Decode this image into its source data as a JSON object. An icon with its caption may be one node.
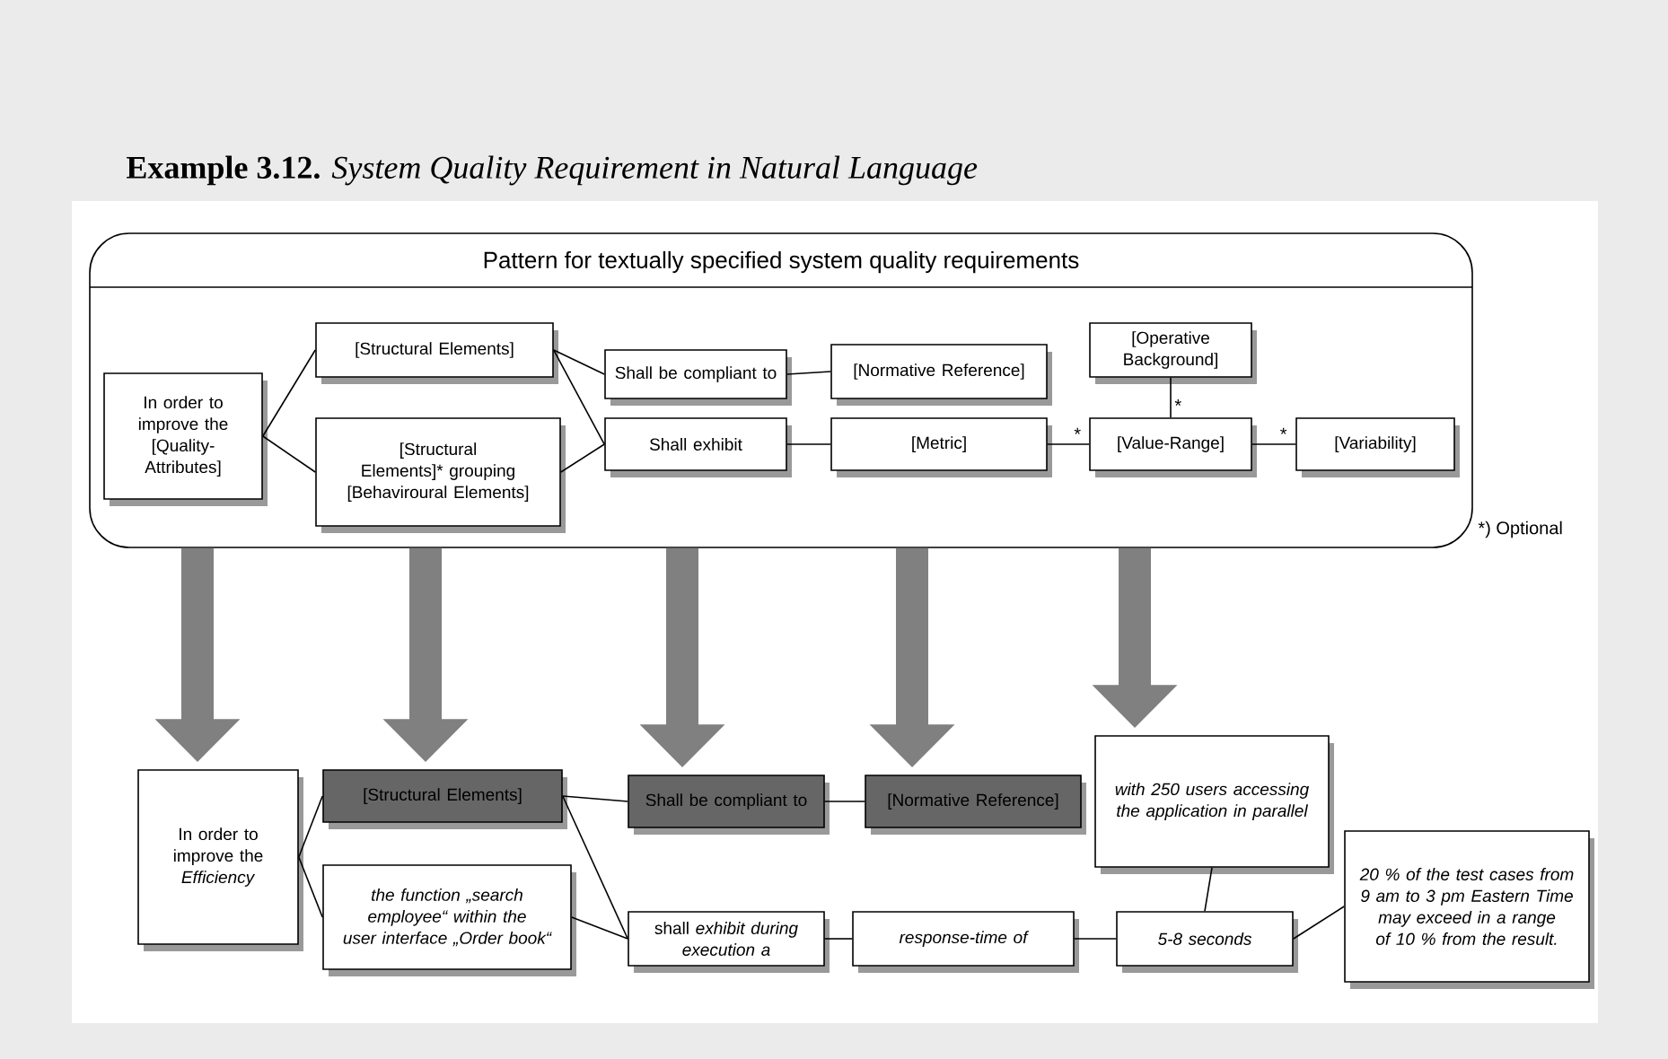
{
  "diagram": {
    "title": "**Example 3.12.** *System Quality Requirement in Natural Language*",
    "nodes": [
      {
        "text": [
          "Pattern for textually specified system quality requirements"
        ]
      },
      {
        "text": [
          "In order to improve the [Quality-Attributes]"
        ],
        "in": 0
      },
      {
        "text": [
          "[Structural Elements]"
        ],
        "in": 0
      },
      {
        "text": [
          "[Structural Elements]* grouping [Behaviroural Elements]"
        ],
        "in": 0
      },
      {
        "text": [
          "Shall be compliant to"
        ],
        "in": 0
      },
      {
        "text": [
          "Shall exhibit"
        ],
        "in": 0
      },
      {
        "text": [
          "[Normative Reference]"
        ],
        "in": 0
      },
      {
        "text": [
          "[Metric]"
        ],
        "in": 0
      },
      {
        "text": [
          "[Operative Background]"
        ],
        "in": 0
      },
      {
        "text": [
          "[Value-Range]"
        ],
        "in": 0
      },
      {
        "text": [
          "[Variability]"
        ],
        "in": 0
      },
      {
        "text": [
          "In order to improve the *Efficiency*"
        ]
      },
      {
        "text": [
          "[Structural Elements]"
        ]
      },
      {
        "text": [
          "the function „search employee“ within the user interface „Order book“"
        ]
      },
      {
        "text": [
          "Shall be compliant to"
        ]
      },
      {
        "text": [
          "shall *exhibit during execution a*"
        ]
      },
      {
        "text": [
          "[Normative Reference]"
        ]
      },
      {
        "text": [
          "response-time of"
        ]
      },
      {
        "text": [
          "with 250 users accessing the application in parallel"
        ]
      },
      {
        "text": [
          "5-8 seconds"
        ]
      },
      {
        "text": [
          "20 % of the test cases from 9 am to 3 pm Eastern Time may exceed in a range of 10 % from the result."
        ]
      }
    ],
    "edges": [
      {
        "from": 1,
        "to": 2,
        "arrow": "none"
      },
      {
        "from": 1,
        "to": 3,
        "arrow": "none"
      },
      {
        "from": 2,
        "to": 4,
        "arrow": "none"
      },
      {
        "from": 2,
        "to": 5,
        "arrow": "none"
      },
      {
        "from": 3,
        "to": 5,
        "arrow": "none"
      },
      {
        "from": 4,
        "to": 6,
        "arrow": "none"
      },
      {
        "from": 5,
        "to": 7,
        "arrow": "none"
      },
      {
        "from": 7,
        "to": 9,
        "arrow": "none",
        "label": "*"
      },
      {
        "from": 8,
        "to": 9,
        "arrow": "none",
        "label": "*"
      },
      {
        "from": 9,
        "to": 10,
        "arrow": "none",
        "label": "*"
      },
      {
        "from": 0,
        "to": 11,
        "arrow": "to",
        "style": "thick",
        "color": "#808080"
      },
      {
        "from": 0,
        "to": 12,
        "arrow": "to",
        "style": "thick",
        "color": "#808080"
      },
      {
        "from": 0,
        "to": 14,
        "arrow": "to",
        "style": "thick",
        "color": "#808080"
      },
      {
        "from": 0,
        "to": 16,
        "arrow": "to",
        "style": "thick",
        "color": "#808080"
      },
      {
        "from": 0,
        "to": 18,
        "arrow": "to",
        "style": "thick",
        "color": "#808080"
      },
      {
        "from": 11,
        "to": 12,
        "arrow": "none"
      },
      {
        "from": 11,
        "to": 13,
        "arrow": "none"
      },
      {
        "from": 12,
        "to": 14,
        "arrow": "none"
      },
      {
        "from": 12,
        "to": 15,
        "arrow": "none"
      },
      {
        "from": 13,
        "to": 15,
        "arrow": "none"
      },
      {
        "from": 14,
        "to": 16,
        "arrow": "none"
      },
      {
        "from": 15,
        "to": 17,
        "arrow": "none"
      },
      {
        "from": 17,
        "to": 19,
        "arrow": "none"
      },
      {
        "from": 18,
        "to": 19,
        "arrow": "none"
      },
      {
        "from": 19,
        "to": 20,
        "arrow": "none"
      }
    ],
    "labels": [
      "*) Optional"
    ]
  }
}
